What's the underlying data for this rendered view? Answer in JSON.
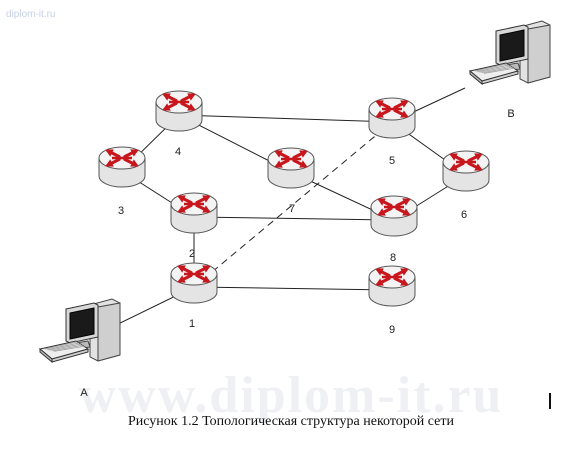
{
  "watermark_small": "diplom-it.ru",
  "watermark_large": "www.diplom-it.ru",
  "caption": "Рисунок 1.2 Топологическая структура некоторой сети",
  "routers": [
    {
      "id": "1",
      "label": "1"
    },
    {
      "id": "2",
      "label": "2"
    },
    {
      "id": "3",
      "label": "3"
    },
    {
      "id": "4",
      "label": "4"
    },
    {
      "id": "5",
      "label": "5"
    },
    {
      "id": "6",
      "label": "6"
    },
    {
      "id": "7",
      "label": "7"
    },
    {
      "id": "8",
      "label": "8"
    },
    {
      "id": "9",
      "label": "9"
    }
  ],
  "computers": [
    {
      "id": "A",
      "label": "A"
    },
    {
      "id": "B",
      "label": "B"
    }
  ],
  "links": [
    {
      "from": "A",
      "to": "1",
      "style": "solid"
    },
    {
      "from": "1",
      "to": "2",
      "style": "solid"
    },
    {
      "from": "1",
      "to": "9",
      "style": "solid"
    },
    {
      "from": "1",
      "to": "5",
      "style": "dashed"
    },
    {
      "from": "2",
      "to": "3",
      "style": "solid"
    },
    {
      "from": "2",
      "to": "8",
      "style": "solid"
    },
    {
      "from": "3",
      "to": "4",
      "style": "solid"
    },
    {
      "from": "4",
      "to": "5",
      "style": "solid"
    },
    {
      "from": "4",
      "to": "7",
      "style": "solid"
    },
    {
      "from": "7",
      "to": "8",
      "style": "solid"
    },
    {
      "from": "8",
      "to": "6",
      "style": "solid"
    },
    {
      "from": "5",
      "to": "6",
      "style": "solid"
    },
    {
      "from": "5",
      "to": "B",
      "style": "solid"
    }
  ],
  "colors": {
    "router_body": "#e4e4e4",
    "router_top": "#f4f4f4",
    "arrow": "#c8161d",
    "link": "#222222"
  }
}
